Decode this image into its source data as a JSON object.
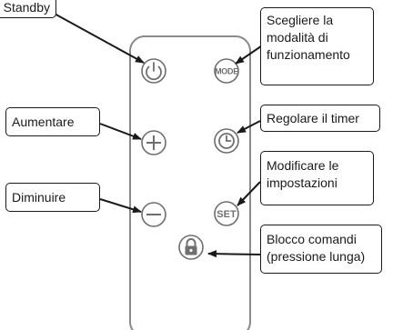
{
  "callouts": {
    "standby": "Standby",
    "mode": "Scegliere la\nmodalità di\nfunzionamento",
    "timer": "Regolare il timer",
    "settings": "Modificare le\nimpostazioni",
    "lock": "Blocco comandi\n(pressione lunga)",
    "increase": "Aumentare",
    "decrease": "Diminuire"
  },
  "buttons": {
    "mode_label": "MODE",
    "set_label": "SET"
  },
  "icons": {
    "power": "power-icon",
    "mode": "mode-button-icon",
    "plus": "plus-icon",
    "timer": "clock-icon",
    "minus": "minus-icon",
    "set": "set-button-icon",
    "lock": "lock-icon"
  },
  "colors": {
    "stroke": "#1a1a1a",
    "remote_outline": "#8a8a8a",
    "icon_gray": "#6f6f6f",
    "background": "#ffffff"
  }
}
